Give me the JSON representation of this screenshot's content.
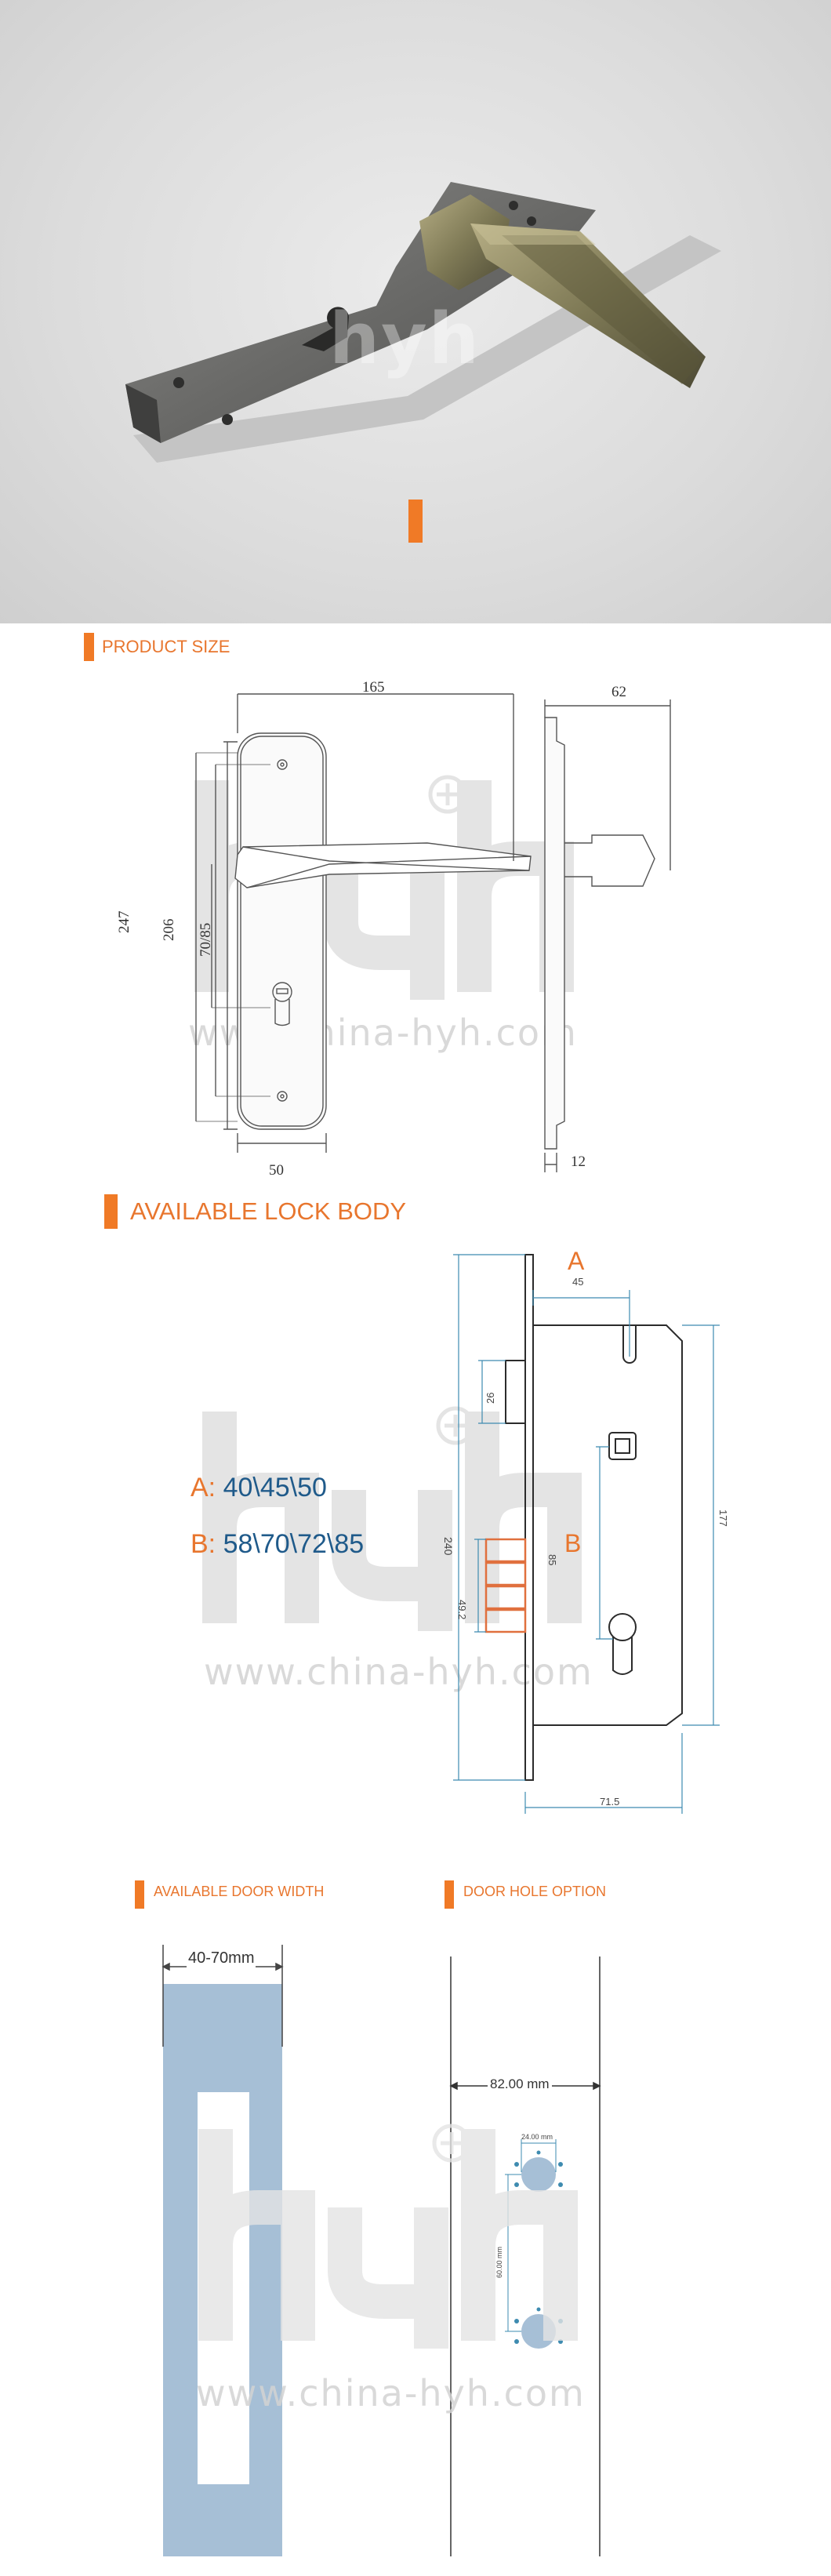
{
  "hero": {
    "watermark": "hyh"
  },
  "product_size": {
    "title": "PRODUCT SIZE",
    "dims": {
      "width": "165",
      "depth": "62",
      "height": "247",
      "hole_spacing": "206",
      "cyl_center": "70/85",
      "plate_width": "50",
      "plate_thickness": "12"
    },
    "watermark_url": "www.china-hyh.com"
  },
  "lock_body": {
    "title": "AVAILABLE LOCK BODY",
    "a_label": "A:",
    "a_values": "40\\45\\50",
    "b_label": "B:",
    "b_values": "58\\70\\72\\85",
    "marker_a": "A",
    "marker_b": "B",
    "dims": {
      "backset": "45",
      "latch": "26",
      "height": "240",
      "body_height": "177",
      "center": "85",
      "bolt": "49.2",
      "depth": "71.5"
    },
    "watermark_url": "www.china-hyh.com"
  },
  "door_width": {
    "title": "AVAILABLE DOOR WIDTH",
    "value": "40-70mm"
  },
  "door_hole": {
    "title": "DOOR HOLE OPTION",
    "width": "82.00 mm",
    "hole_dia": "24.00 mm",
    "hole_spacing": "60.00 mm"
  },
  "bottom_watermark_url": "www.china-hyh.com",
  "colors": {
    "accent": "#f07a26",
    "blue_text": "#1f5a8a",
    "door_blue": "#a6bfd6",
    "dim_line": "#3e8bb0"
  }
}
